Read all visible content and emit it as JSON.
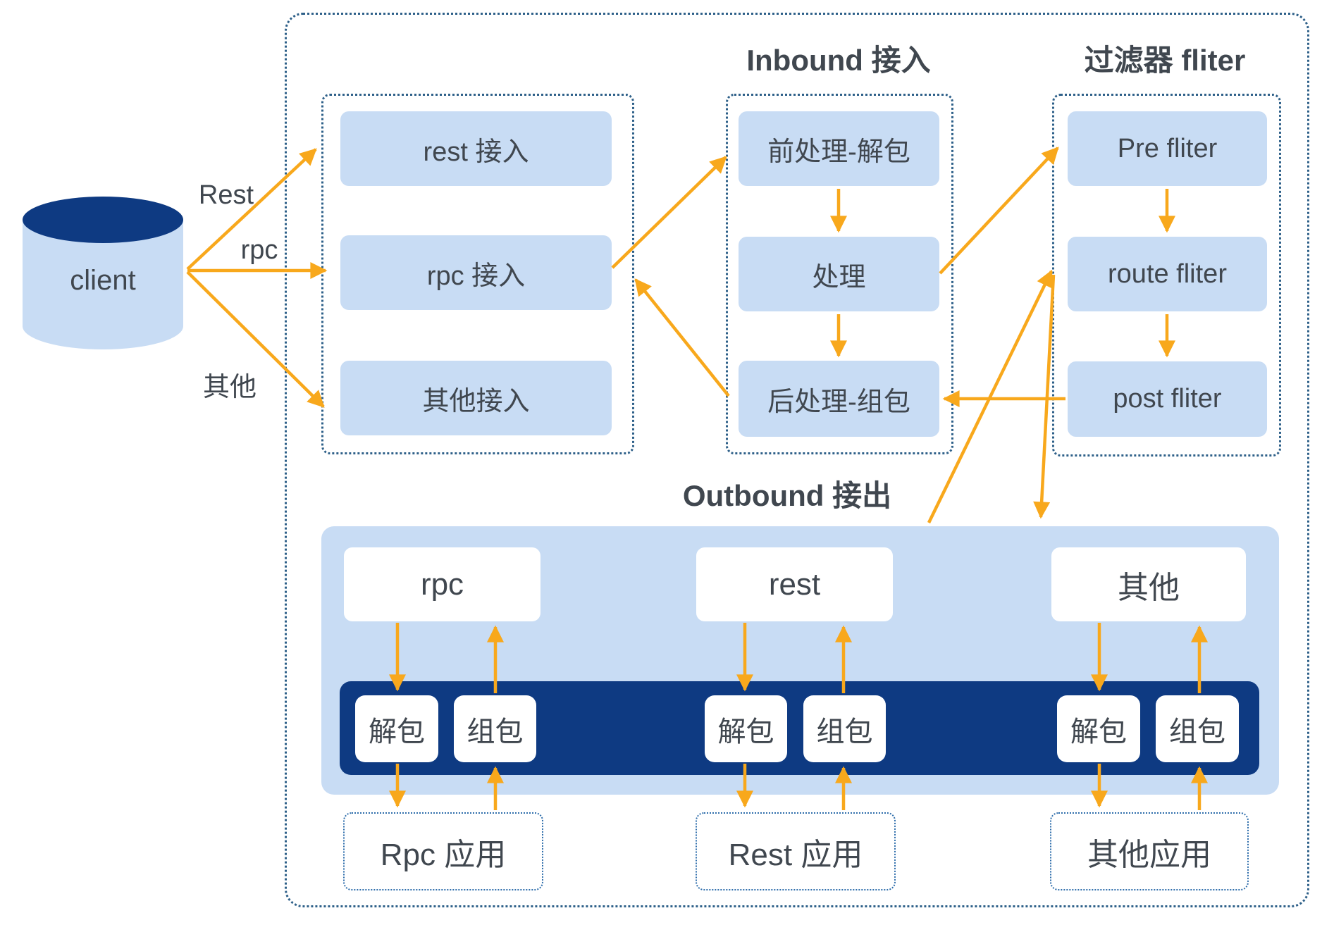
{
  "colors": {
    "accent_orange": "#f8a81c",
    "navy": "#0e3a82",
    "light_blue": "#c8dcf4",
    "dark_text": "#40474f",
    "container_dotted_border": "#2e6089",
    "app_dotted_border": "#2e6dab"
  },
  "client": {
    "label": "client"
  },
  "edge_labels": {
    "rest": "Rest",
    "rpc": "rpc",
    "other": "其他"
  },
  "access_group": {
    "items": [
      {
        "label": "rest 接入"
      },
      {
        "label": "rpc 接入"
      },
      {
        "label": "其他接入"
      }
    ]
  },
  "inbound": {
    "title": "Inbound 接入",
    "items": [
      {
        "label": "前处理-解包"
      },
      {
        "label": "处理"
      },
      {
        "label": "后处理-组包"
      }
    ]
  },
  "filter": {
    "title": "过滤器 fliter",
    "items": [
      {
        "label": "Pre fliter"
      },
      {
        "label": "route fliter"
      },
      {
        "label": "post fliter"
      }
    ]
  },
  "outbound": {
    "title": "Outbound 接出",
    "columns": [
      {
        "proto": "rpc",
        "unpack": "解包",
        "pack": "组包",
        "app": "Rpc 应用"
      },
      {
        "proto": "rest",
        "unpack": "解包",
        "pack": "组包",
        "app": "Rest 应用"
      },
      {
        "proto": "其他",
        "unpack": "解包",
        "pack": "组包",
        "app": "其他应用"
      }
    ]
  }
}
